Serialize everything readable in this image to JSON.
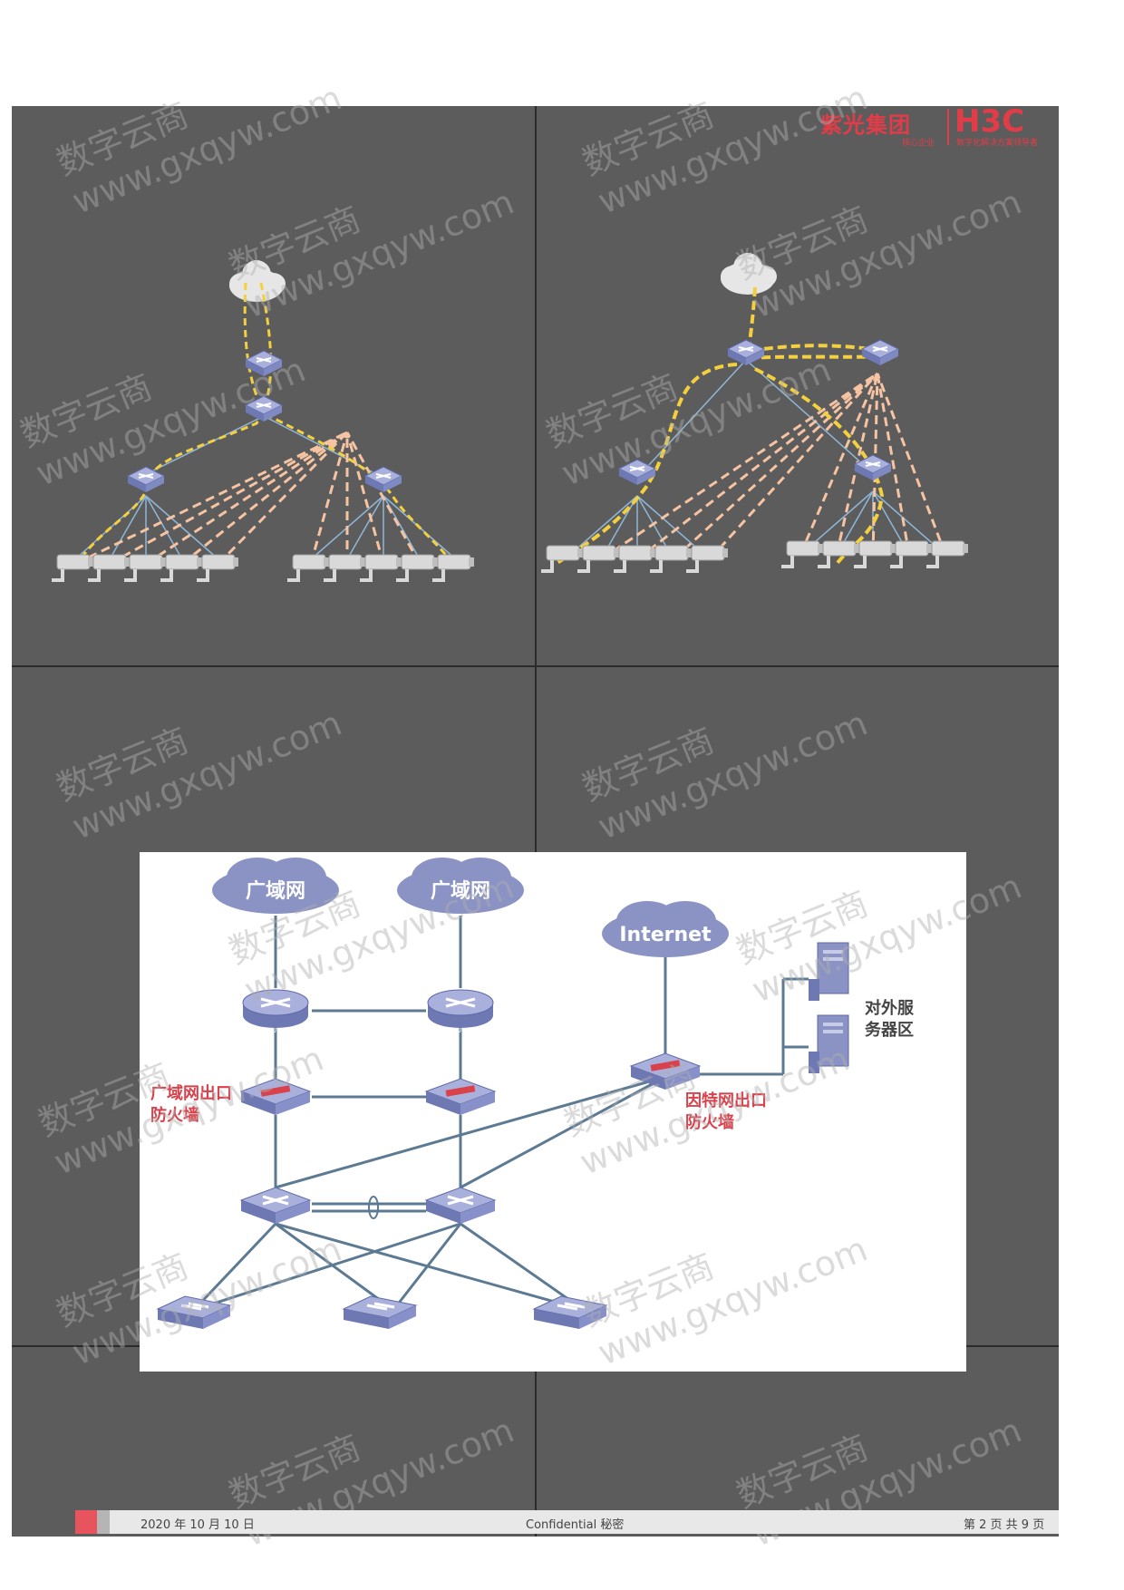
{
  "header": {
    "logo_cn": "紫光集团",
    "logo_sub_cn": "核心企业",
    "logo_en": "H3C",
    "logo_sub_en": "数字化解决方案领导者"
  },
  "diagram": {
    "wan_cloud_1": "广域网",
    "wan_cloud_2": "广域网",
    "internet_cloud": "Internet",
    "router_1": "ROUTER",
    "router_2": "ROUTER",
    "wan_firewall_label_line1": "广域网出口",
    "wan_firewall_label_line2": "防火墙",
    "internet_firewall_label_line1": "因特网出口",
    "internet_firewall_label_line2": "防火墙",
    "server_label_line1": "对外服",
    "server_label_line2": "务器区"
  },
  "watermark": {
    "line1": "数字云商",
    "line2": "www.gxqyw.com"
  },
  "footer": {
    "date": "2020 年 10 月 10 日",
    "confidential": "Confidential 秘密",
    "page": "第 2 页  共 9 页"
  },
  "colors": {
    "brand": "#e23c48",
    "panel": "#5c5c5c",
    "device": "#8a93c4",
    "link": "#5d7a93",
    "flow_yellow": "#f4d03f",
    "flow_peach": "#f6c4a2",
    "highlight_red": "#d9414b"
  }
}
